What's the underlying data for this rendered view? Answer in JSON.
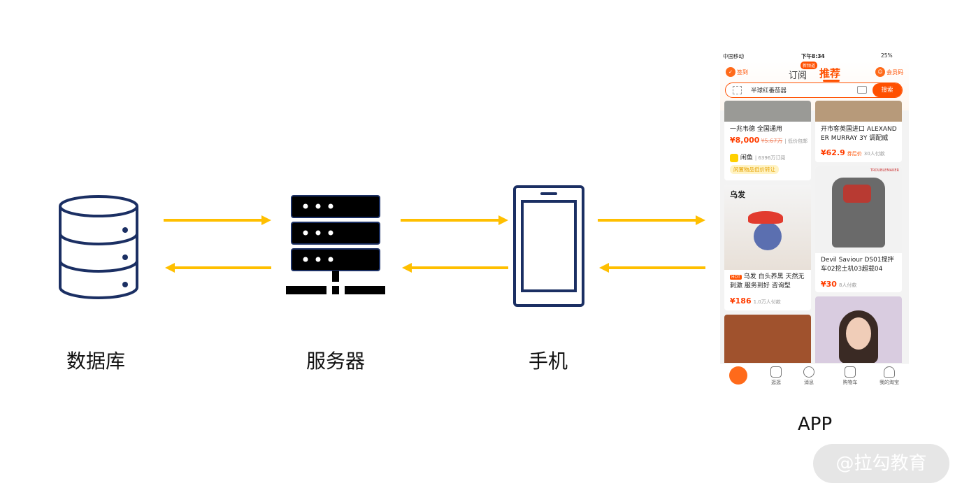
{
  "nodes": {
    "database": "数据库",
    "server": "服务器",
    "phone": "手机",
    "app": "APP"
  },
  "colors": {
    "arrow": "#FFBF00",
    "icon_stroke": "#1B2F63",
    "icon_fill": "#000000",
    "accent": "#FF5000"
  },
  "app": {
    "status": {
      "carrier": "中国移动",
      "time": "下午8:34",
      "battery": "25%"
    },
    "header": {
      "signin": "签到",
      "tab_subscribe": "订阅",
      "new_badge": "新频道",
      "tab_recommend": "推荐",
      "member": "会员码"
    },
    "search": {
      "placeholder": "半球红番茄器",
      "button": "搜索"
    },
    "cards": {
      "c1": {
        "title": "一兆韦德 全国通用",
        "price": "¥8,000",
        "old": "¥5.67万",
        "meta": "| 低价包邮",
        "shop": "闲鱼",
        "shop_meta": "| 6396万订阅",
        "tip": "闲置物品低价转让"
      },
      "c2": {
        "title": "开市客英国进口 ALEXANDER MURRAY 3Y 调配威",
        "price": "¥62.9",
        "tag": "券后价",
        "meta": "30人付款"
      },
      "c3": {
        "header": "乌发",
        "badge": "HOT",
        "title": "乌发 白头养黑 天然无刺激 服务到好 咨询型",
        "price": "¥186",
        "meta": "1.0万人付款"
      },
      "c4": {
        "brand": "TROUBLEMAKER",
        "title": "Devil Saviour DS01搅拌车02挖土机03超载04",
        "price": "¥30",
        "meta": "8人付款"
      }
    },
    "tabbar": {
      "t2": "逛逛",
      "t3": "消息",
      "t4": "购物车",
      "t5": "我的淘宝"
    }
  },
  "watermark": "@拉勾教育"
}
